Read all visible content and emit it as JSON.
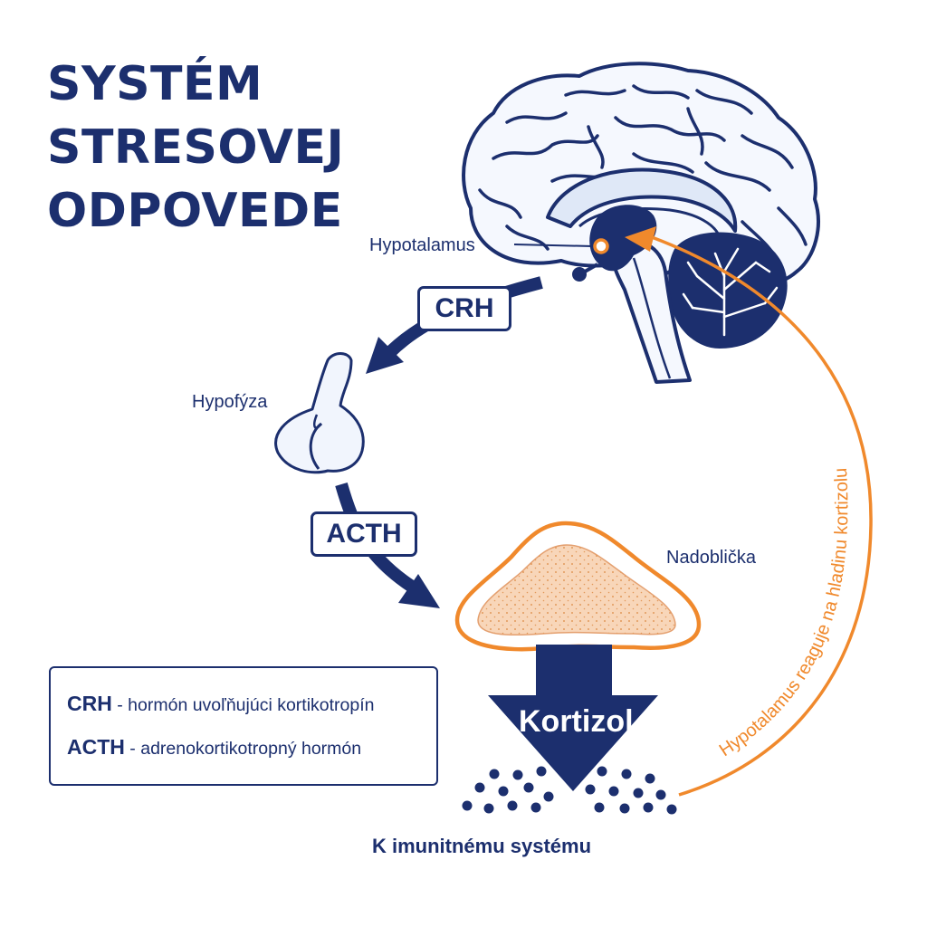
{
  "title": {
    "line1": "SYSTÉM",
    "line2": "STRESOVEJ",
    "line3": "ODPOVEDE"
  },
  "labels": {
    "hypotalamus": "Hypotalamus",
    "hypofyza": "Hypofýza",
    "nadoblicka": "Nadoblička",
    "kortizol": "Kortizol",
    "imunitny": "K imunitnému systému",
    "feedback": "Hypotalamus reaguje na hladinu kortizolu"
  },
  "hormones": {
    "crh": "CRH",
    "acth": "ACTH"
  },
  "legend": [
    {
      "term": "CRH",
      "desc": " - hormón uvoľňujúci kortikotropín"
    },
    {
      "term": "ACTH",
      "desc": " - adrenokortikotropný hormón"
    }
  ],
  "colors": {
    "navy": "#1c2f6e",
    "orange": "#f0892c",
    "adrenal_fill": "#f8d6b9",
    "brain_fill": "#f5f8fe",
    "light_blue": "#dfe8f7"
  },
  "icons": [
    "brain-icon",
    "pituitary-gland-icon",
    "adrenal-gland-icon",
    "arrow-down-icon",
    "molecule-dots-icon"
  ]
}
